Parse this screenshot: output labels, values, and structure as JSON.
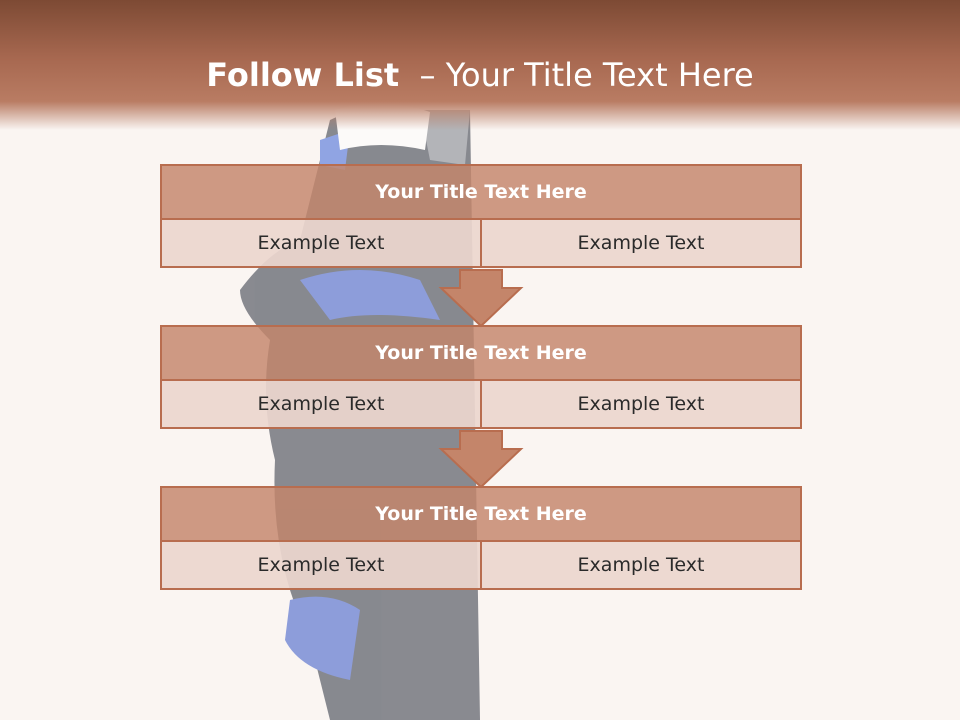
{
  "slide": {
    "title_bold": "Follow List",
    "title_rest": "  – Your Title Text Here"
  },
  "steps": [
    {
      "title": "Your Title Text Here",
      "left": "Example Text",
      "right": "Example Text"
    },
    {
      "title": "Your Title Text Here",
      "left": "Example Text",
      "right": "Example Text"
    },
    {
      "title": "Your Title Text Here",
      "left": "Example Text",
      "right": "Example Text"
    }
  ],
  "colors": {
    "header": "#7d4a34",
    "block_title": "#c4856a",
    "block_cell": "#ecd6ce",
    "border": "#b86d4f"
  }
}
